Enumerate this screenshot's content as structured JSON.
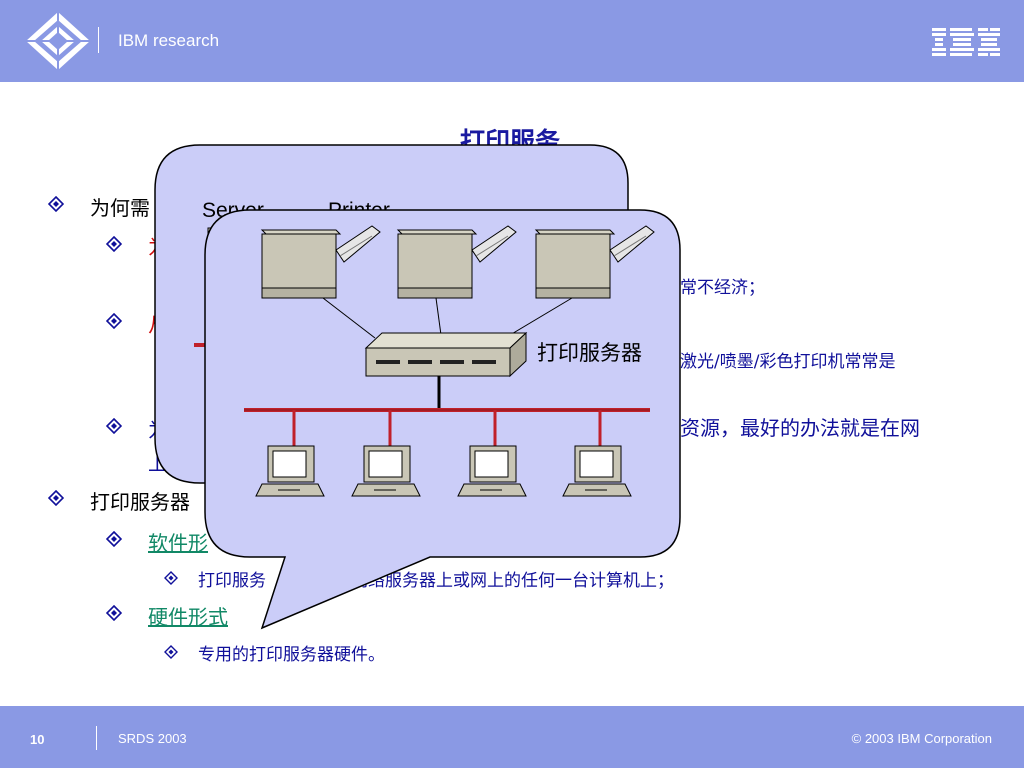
{
  "header": {
    "title": "IBM research",
    "logo_text": "IBM"
  },
  "slide": {
    "title": "打印服务",
    "bullets": {
      "b1": "为何需",
      "b1_1": "为",
      "b1_1_tail": "常不经济；",
      "b1_2": "从",
      "b1_2_tail": "激光/喷墨/彩色打印机常常是",
      "b1_3": "为",
      "b1_3_tail": "资源，最好的办法就是在网",
      "b1_3_line2": "上",
      "b2": "打印服务器",
      "b2_1": "软件形",
      "b2_1_1_a": "打印服务",
      "b2_1_1_b": "安装在网络服务器上或网上的任何一台计算机上；",
      "b2_2": "硬件形式",
      "b2_2_1": "专用的打印服务器硬件。"
    }
  },
  "callout": {
    "back_labels": [
      "Server",
      "Printer"
    ],
    "print_server_label": "打印服务器"
  },
  "footer": {
    "page": "10",
    "conference": "SRDS 2003",
    "copyright": "© 2003 IBM Corporation"
  },
  "colors": {
    "banner": "#8a99e4",
    "callout_fill": "#cbcdf8",
    "network_line": "#c0202a",
    "title": "#1a1aa0"
  }
}
